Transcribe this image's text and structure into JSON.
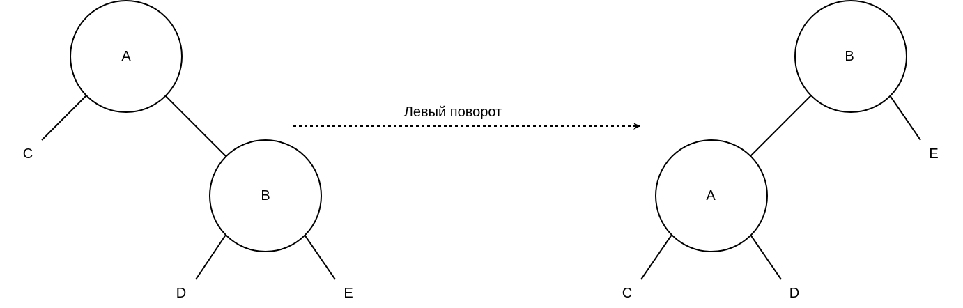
{
  "arrow": {
    "label": "Левый поворот"
  },
  "left_tree": {
    "root": "A",
    "right_child": "B",
    "left_leaf": "C",
    "b_left_leaf": "D",
    "b_right_leaf": "E"
  },
  "right_tree": {
    "root": "B",
    "left_child": "A",
    "right_leaf": "E",
    "a_left_leaf": "C",
    "a_right_leaf": "D"
  }
}
